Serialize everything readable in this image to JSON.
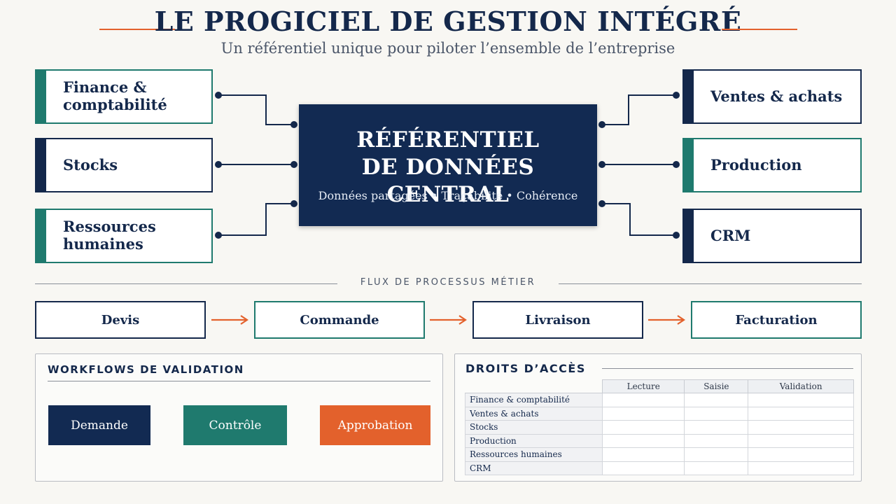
{
  "header": {
    "title": "LE PROGICIEL DE GESTION INTÉGRÉ",
    "subtitle": "Un référentiel unique pour piloter l’ensemble de l’entreprise"
  },
  "modules_left": [
    {
      "label": "Finance & comptabilité",
      "accent": "teal"
    },
    {
      "label": "Stocks",
      "accent": "navy"
    },
    {
      "label": "Ressources humaines",
      "accent": "teal"
    }
  ],
  "modules_right": [
    {
      "label": "Ventes & achats",
      "accent": "navy"
    },
    {
      "label": "Production",
      "accent": "teal"
    },
    {
      "label": "CRM",
      "accent": "navy"
    }
  ],
  "central": {
    "title": "RÉFÉRENTIEL DE DONNÉES CENTRAL",
    "features": "Données partagées • Traçabilité • Cohérence"
  },
  "process": {
    "label": "FLUX DE PROCESSUS MÉTIER",
    "steps": [
      "Devis",
      "Commande",
      "Livraison",
      "Facturation"
    ]
  },
  "workflows": {
    "heading": "WORKFLOWS DE VALIDATION",
    "steps": [
      "Demande",
      "Contrôle",
      "Approbation"
    ]
  },
  "access_rights": {
    "heading": "DROITS D’ACCÈS",
    "columns": [
      "Lecture",
      "Saisie",
      "Validation"
    ],
    "rows": [
      "Finance & comptabilité",
      "Ventes & achats",
      "Stocks",
      "Production",
      "Ressources humaines",
      "CRM"
    ]
  },
  "colors": {
    "navy": "#14284b",
    "teal": "#1f7a6e",
    "orange": "#e3612c",
    "background": "#f8f7f3"
  }
}
